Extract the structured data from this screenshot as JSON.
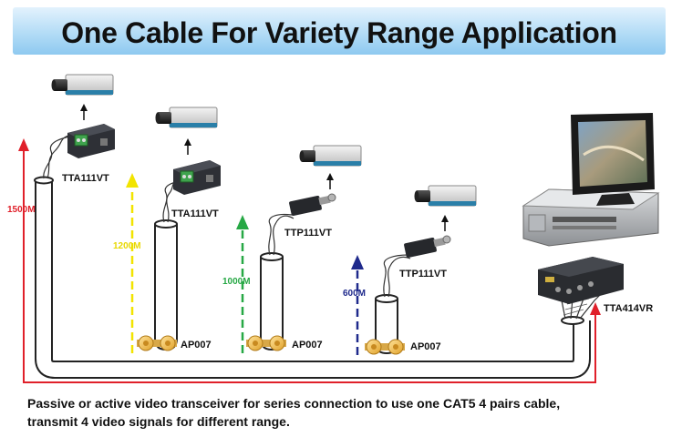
{
  "title": "One Cable For Variety Range Application",
  "labels": {
    "tta111vt_a": "TTA111VT",
    "tta111vt_b": "TTA111VT",
    "ttp111vt_a": "TTP111VT",
    "ttp111vt_b": "TTP111VT",
    "tta414vr": "TTA414VR",
    "ap007_a": "AP007",
    "ap007_b": "AP007",
    "ap007_c": "AP007"
  },
  "distances": {
    "d1500": "1500M",
    "d1200": "1200M",
    "d1000": "1000M",
    "d600": "600M"
  },
  "colors": {
    "d1500": "#e0202a",
    "d1200": "#f2e400",
    "d1000": "#27a845",
    "d600": "#1f2a8c",
    "banner": "#b3dcf6"
  },
  "caption": {
    "line1": "Passive or active video transceiver for series connection to use one CAT5 4 pairs cable,",
    "line2": "transmit 4 video signals for different range."
  }
}
